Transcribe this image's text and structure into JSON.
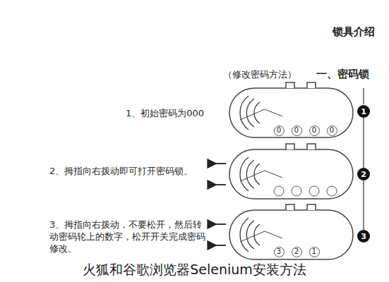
{
  "diagram": {
    "title": "锁具介绍",
    "caption": "火狐和谷歌浏览器Selenium安装方法",
    "nodes": [
      {
        "text": [
          "1"
        ]
      },
      {
        "text": [
          "2"
        ]
      },
      {
        "text": [
          "3"
        ]
      },
      {
        "text": [
          "0"
        ]
      },
      {
        "text": [
          "0"
        ]
      },
      {
        "text": [
          "0"
        ]
      },
      {
        "text": [
          "0"
        ]
      },
      {
        "text": [
          "3"
        ]
      },
      {
        "text": [
          "2"
        ]
      },
      {
        "text": [
          "1"
        ]
      }
    ],
    "edges": [
      {
        "from": 0,
        "to": 1,
        "arrow": "none"
      },
      {
        "from": 1,
        "to": 2,
        "arrow": "none"
      }
    ],
    "labels": [
      "一、密码锁",
      "（修改密码方法）",
      "1、初始密码为000",
      "2、拇指向右拨动即可打开密码锁。",
      "3、拇指向右拨动，不要松开，然后转动密码轮上的数字，松开开关完成密码修改。"
    ]
  }
}
